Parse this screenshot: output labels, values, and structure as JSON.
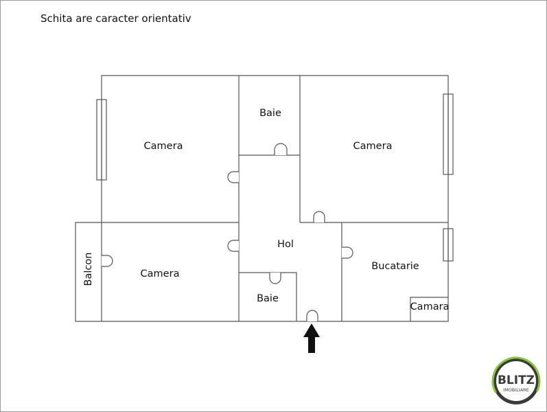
{
  "note": "Schita are caracter orientativ",
  "rooms": {
    "camera_top_left": "Camera",
    "baie_top": "Baie",
    "camera_top_right": "Camera",
    "hol": "Hol",
    "camera_bottom_left": "Camera",
    "balcon": "Balcon",
    "baie_bottom": "Baie",
    "bucatarie": "Bucatarie",
    "camara": "Camara"
  },
  "logo": {
    "brand": "BLITZ",
    "sub": "IMOBILIARE",
    "accent_color": "#8cc63f"
  },
  "icons": {
    "entrance": "arrow-up-icon"
  }
}
